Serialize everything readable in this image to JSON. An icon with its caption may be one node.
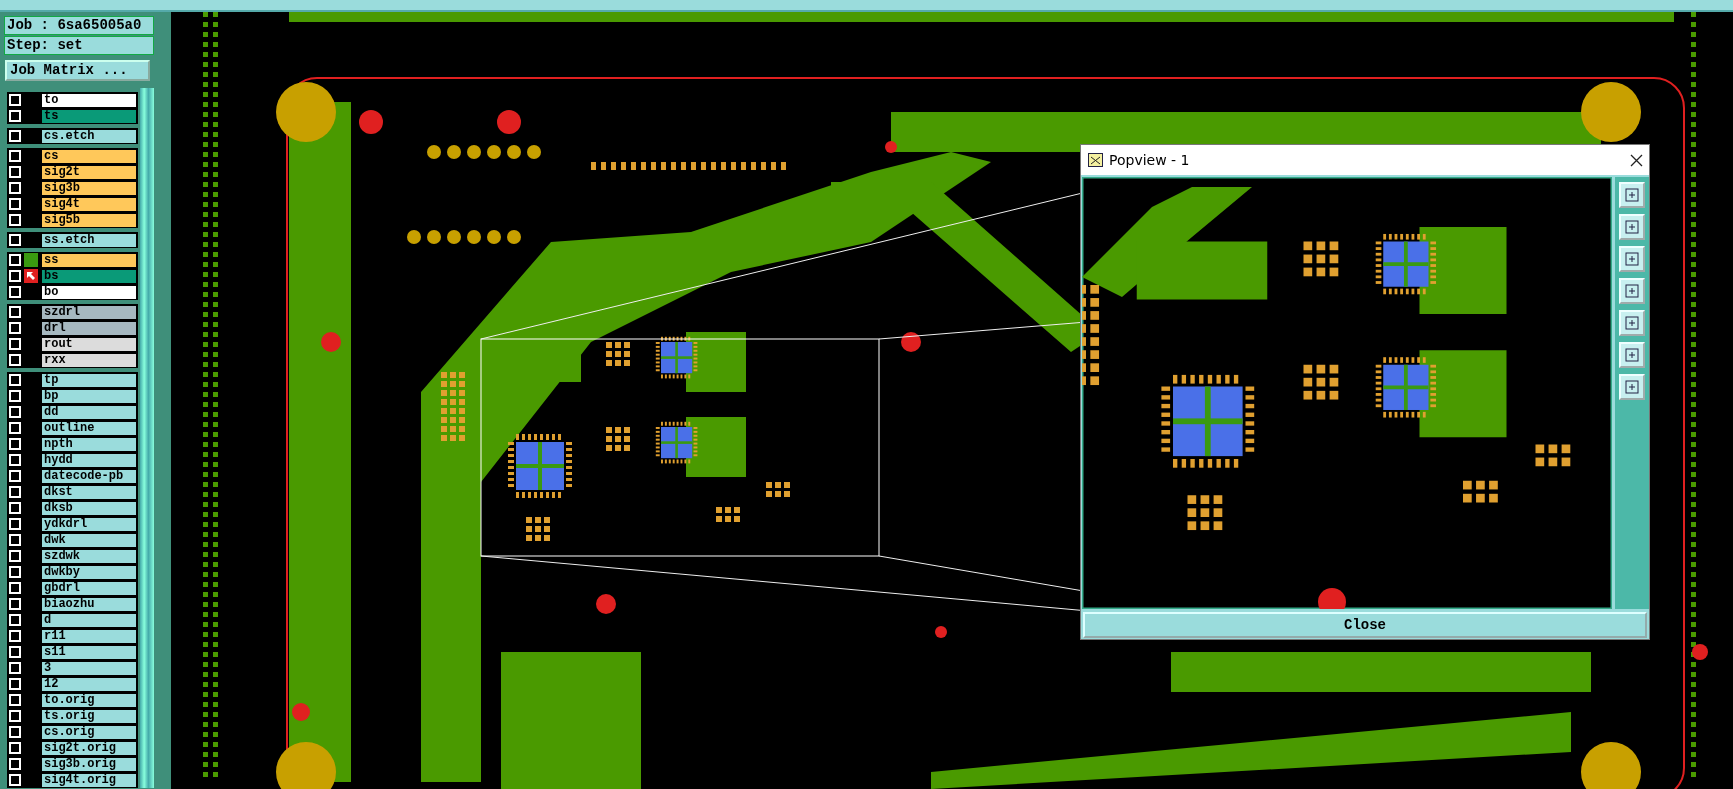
{
  "diagram": {
    "nodes": [
      {
        "text": [],
        "shape": "box"
      },
      {
        "text": [
          "Popview - 1",
          "Close"
        ]
      }
    ],
    "edges": [
      {
        "from": 0,
        "to": 1,
        "arrow": "none"
      },
      {
        "from": 0,
        "to": 1,
        "arrow": "none"
      },
      {
        "from": 0,
        "to": 1,
        "arrow": "none"
      },
      {
        "from": 0,
        "to": 1,
        "arrow": "none"
      }
    ],
    "labels": [
      "Job : 6sa65005a0",
      "Step: set",
      "Job Matrix ...",
      "to",
      "ts",
      "cs.etch",
      "cs",
      "sig2t",
      "sig3b",
      "sig4t",
      "sig5b",
      "ss.etch",
      "ss",
      "bs",
      "bo",
      "szdrl",
      "drl",
      "rout",
      "rxx",
      "tp",
      "bp",
      "dd",
      "outline",
      "npth",
      "hydd",
      "datecode-pb",
      "dkst",
      "dksb",
      "ydkdrl",
      "dwk",
      "szdwk",
      "dwkby",
      "gbdrl",
      "biaozhu",
      "d",
      "r11",
      "s11",
      "3",
      "12",
      "to.orig",
      "ts.orig",
      "cs.orig",
      "sig2t.orig",
      "sig3b.orig",
      "sig4t.orig"
    ]
  }
}
